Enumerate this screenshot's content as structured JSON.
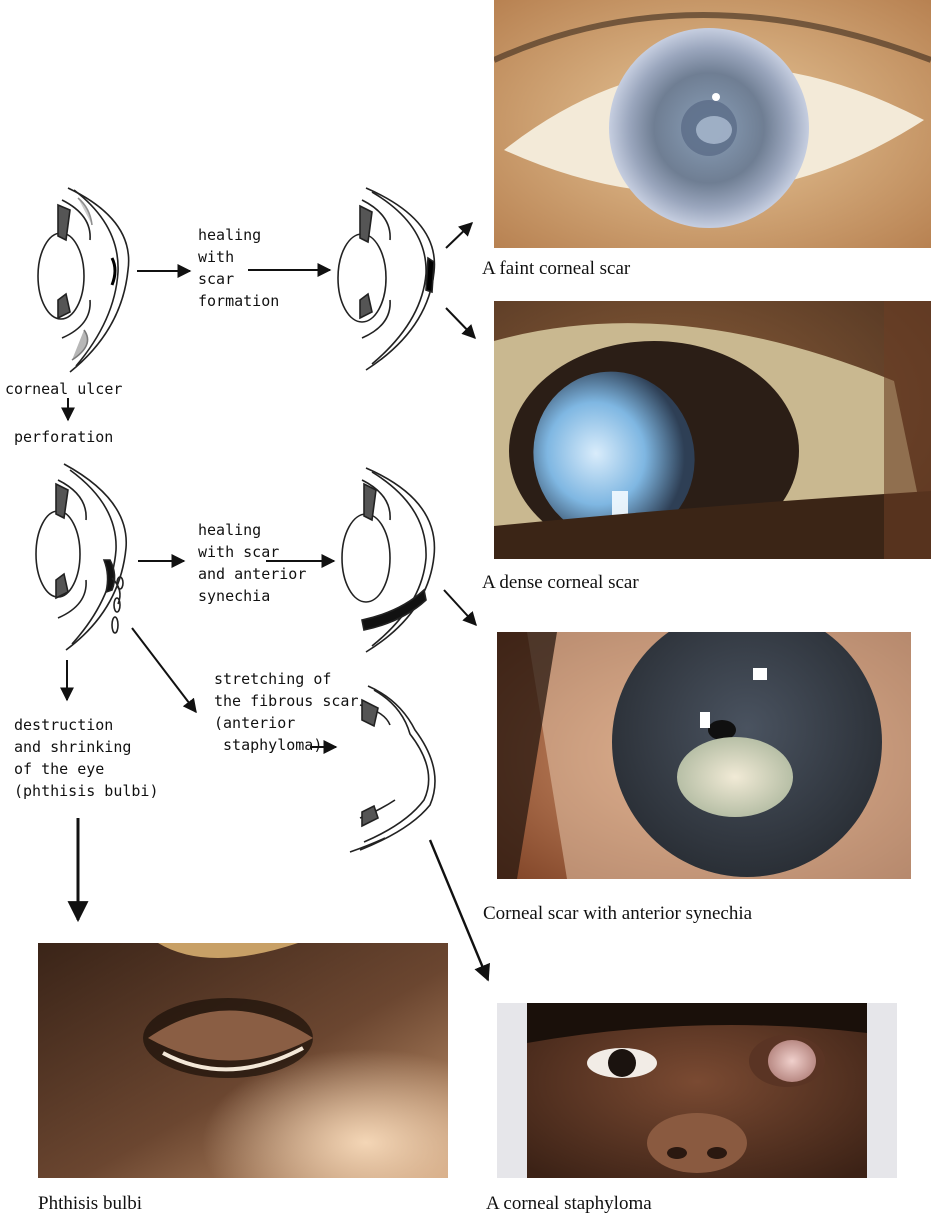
{
  "labels": {
    "healing_scar": "healing\nwith\nscar\nformation",
    "corneal_ulcer": "corneal ulcer",
    "perforation": "perforation",
    "healing_synechia": "healing\nwith scar\nand anterior\nsynechia",
    "stretching": "stretching of\nthe fibrous scar\n(anterior\n staphyloma)",
    "destruction": "destruction\nand shrinking\nof the eye\n(phthisis bulbi)"
  },
  "captions": {
    "faint_scar": "A faint corneal scar",
    "dense_scar": "A dense corneal scar",
    "scar_synechia": "Corneal scar with anterior synechia",
    "phthisis": "Phthisis bulbi",
    "staphyloma": "A corneal staphyloma"
  }
}
